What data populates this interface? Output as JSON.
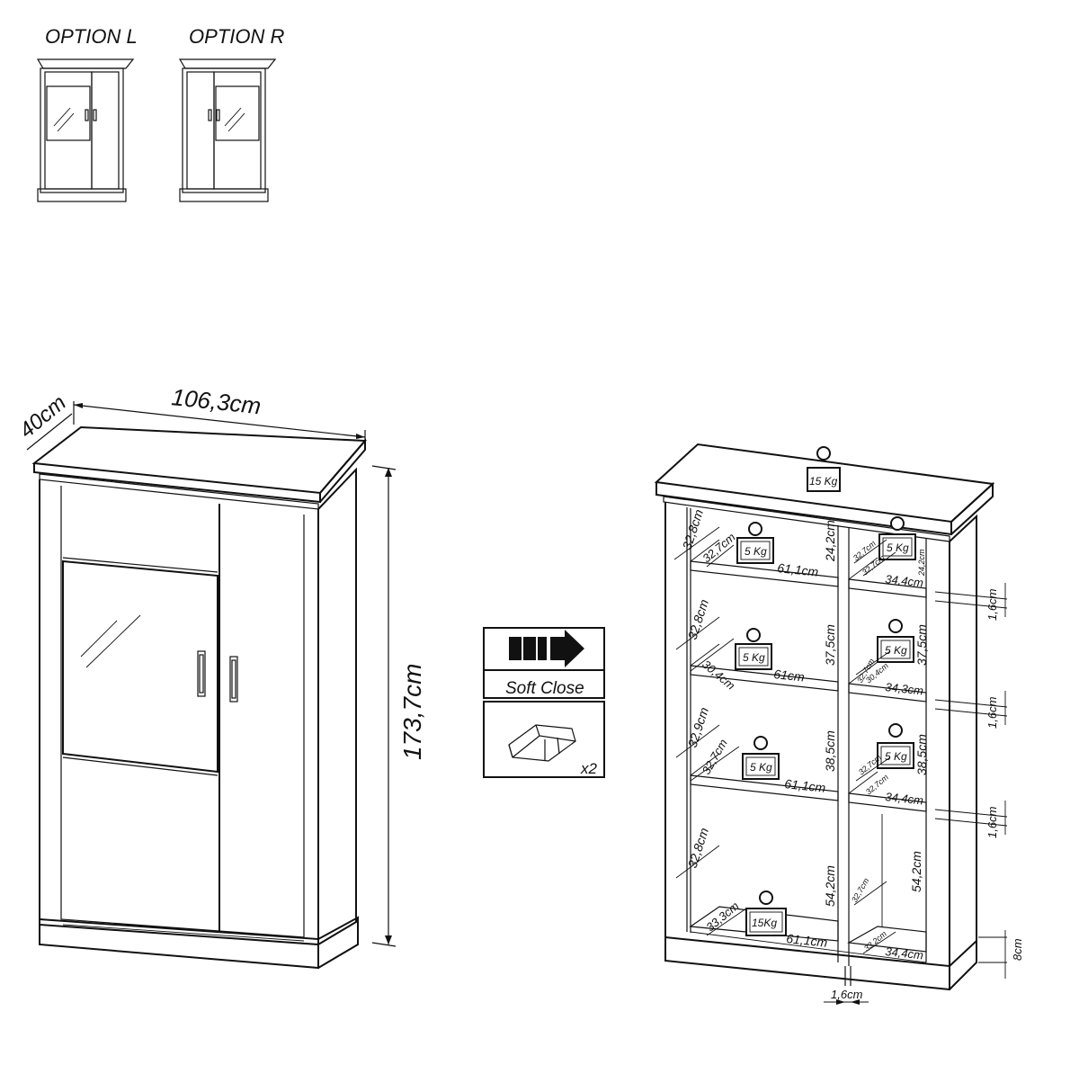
{
  "options": {
    "left": "OPTION L",
    "right": "OPTION R"
  },
  "front_view": {
    "depth": "40cm",
    "width": "106,3cm",
    "height": "173,7cm"
  },
  "features": {
    "soft_close": "Soft Close",
    "hinge_count": "x2"
  },
  "interior": {
    "top_load": "15 Kg",
    "shelf_load": "5 Kg",
    "bottom_load": "15Kg",
    "left_column": {
      "depth_a": "32,8cm",
      "depth_b": "32,7cm",
      "width_1": "61,1cm",
      "height_1": "24,2cm",
      "depth_c": "32,8cm",
      "depth_d": "30,4cm",
      "width_2": "61cm",
      "height_2": "37,5cm",
      "depth_e": "32,9cm",
      "depth_f": "32,7cm",
      "width_3": "61,1cm",
      "height_3": "38,5cm",
      "depth_g": "32,8cm",
      "depth_h": "33,3cm",
      "width_4": "61,1cm",
      "height_4": "54,2cm"
    },
    "right_column": {
      "depth_a": "32,7cm",
      "depth_b": "32,7cm",
      "width_1": "34,4cm",
      "height_1": "24,2cm",
      "depth_c": "32,7cm",
      "depth_d": "30,4cm",
      "width_2": "34,3cm",
      "height_2": "37,5cm",
      "depth_e": "32,7cm",
      "depth_f": "32,7cm",
      "width_3": "34,4cm",
      "height_3": "38,5cm",
      "depth_g": "32,7cm",
      "depth_h": "33,2cm",
      "width_4": "34,4cm",
      "height_4": "54,2cm"
    },
    "shelf_thickness_1": "1,6cm",
    "shelf_thickness_2": "1,6cm",
    "shelf_thickness_3": "1,6cm",
    "plinth": "8cm",
    "divider": "1,6cm"
  }
}
